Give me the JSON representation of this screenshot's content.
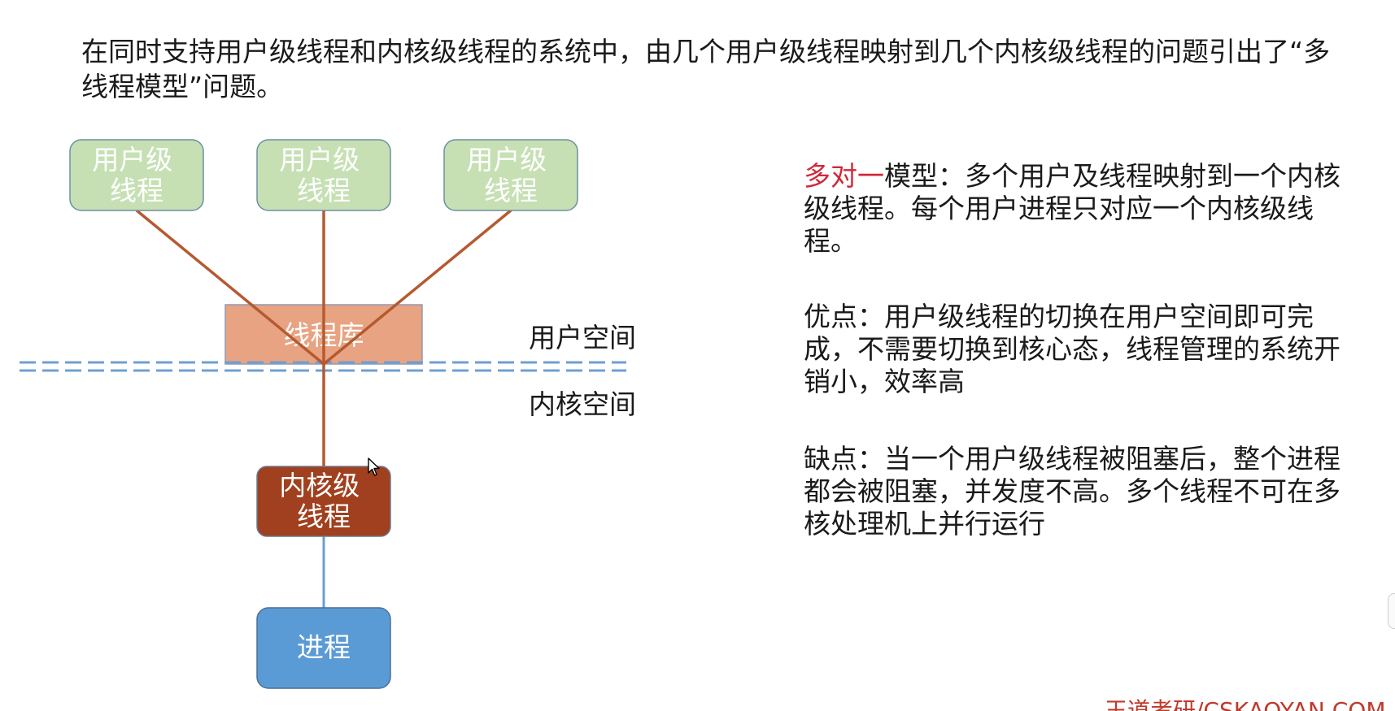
{
  "intro_text": "在同时支持用户级线程和内核级线程的系统中，由几个用户级线程映射到几个内核级线程的问题引出了“多线程模型”问题。",
  "diagram": {
    "user_threads": [
      "用户级\n线程",
      "用户级\n线程",
      "用户级\n线程"
    ],
    "thread_library": "线程库",
    "kernel_thread": "内核级\n线程",
    "process": "进程",
    "user_space": "用户空间",
    "kernel_space": "内核空间"
  },
  "colors": {
    "user_thread_fill": "#c6e0b4",
    "user_thread_text": "#ffffff",
    "library_fill": "#e8a382",
    "kernel_fill": "#a0401f",
    "process_fill": "#5b9bd5",
    "link_line": "#b55a30",
    "process_link": "#6a9fcf",
    "divider": "#6f9fd2",
    "accent": "#d0283a"
  },
  "panel": {
    "model": {
      "highlight": "多对一",
      "rest": "模型：多个用户及线程映射到一个内核级线程。每个用户进程只对应一个内核级线程。"
    },
    "pros": "优点：用户级线程的切换在用户空间即可完成，不需要切换到核心态，线程管理的系统开销小，效率高",
    "cons": "缺点：当一个用户级线程被阻塞后，整个进程都会被阻塞，并发度不高。多个线程不可在多核处理机上并行运行"
  },
  "footer": "王道考研/CSKAOYAN.COM"
}
